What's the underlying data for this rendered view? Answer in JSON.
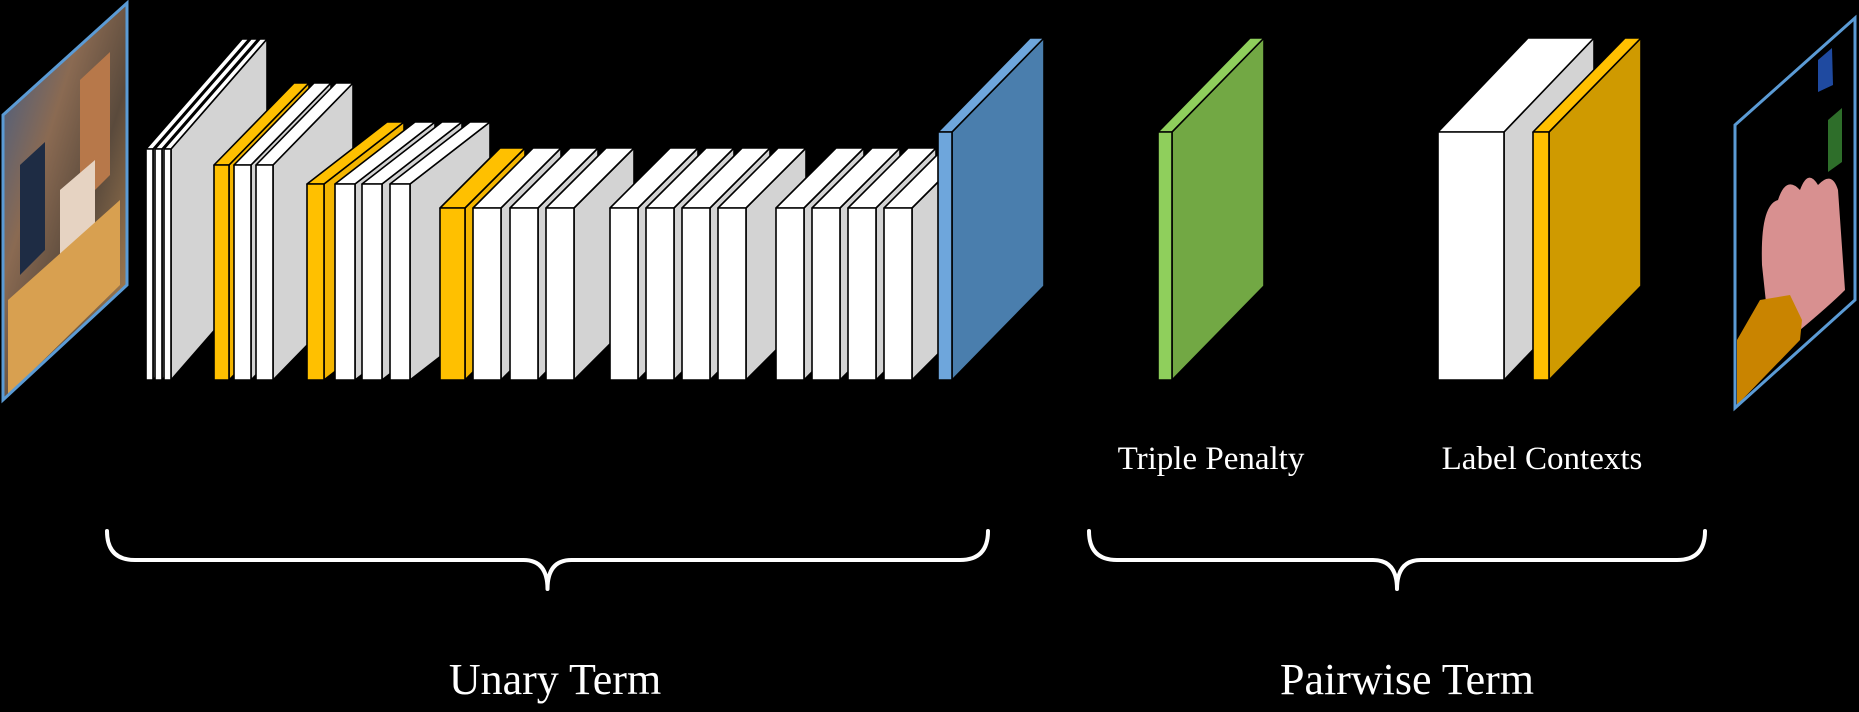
{
  "labels": {
    "triple_penalty": "Triple Penalty",
    "label_contexts": "Label Contexts",
    "unary_term": "Unary Term",
    "pairwise_term": "Pairwise Term"
  },
  "colors": {
    "background": "#000000",
    "layer_face": "#ffffff",
    "layer_side": "#d3d3d3",
    "pool_layer": "#ffc000",
    "pool_side": "#f3b500",
    "output_blue": "#4a7ead",
    "output_blue_edge": "#6ea6dc",
    "penalty_green": "#72a844",
    "penalty_green_edge": "#8fcf5c",
    "context_gold": "#cf9a00",
    "context_gold_edge": "#ffc000",
    "frame_blue": "#5b9bd5"
  },
  "icons": {
    "input": "input-photo-image",
    "output": "segmentation-map-image"
  }
}
